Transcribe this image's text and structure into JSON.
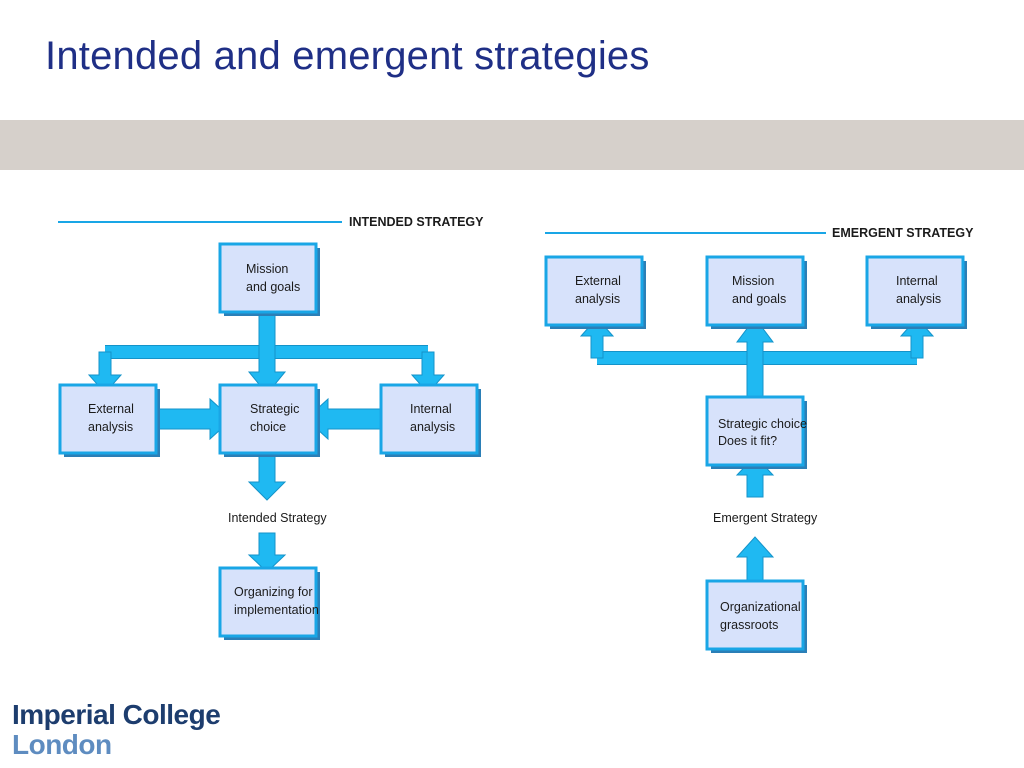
{
  "slide": {
    "title": "Intended and emergent strategies"
  },
  "intended": {
    "section_title": "INTENDED STRATEGY",
    "mission": [
      "Mission",
      "and goals"
    ],
    "external": [
      "External",
      "analysis"
    ],
    "choice": [
      "Strategic",
      "choice"
    ],
    "internal": [
      "Internal",
      "analysis"
    ],
    "result_label": "Intended Strategy",
    "organizing": [
      "Organizing for",
      "implementation"
    ]
  },
  "emergent": {
    "section_title": "EMERGENT STRATEGY",
    "external": [
      "External",
      "analysis"
    ],
    "mission": [
      "Mission",
      "and goals"
    ],
    "internal": [
      "Internal",
      "analysis"
    ],
    "choice": [
      "Strategic choice",
      "Does it fit?"
    ],
    "result_label": "Emergent Strategy",
    "grassroots": [
      "Organizational",
      "grassroots"
    ]
  },
  "logo": {
    "line1": "Imperial College",
    "line2": "London"
  },
  "colors": {
    "title": "#1f2f86",
    "band": "#d6d0cb",
    "box_fill": "#d7e2fb",
    "box_border": "#19a6e6",
    "arrow": "#1fb9f2"
  }
}
